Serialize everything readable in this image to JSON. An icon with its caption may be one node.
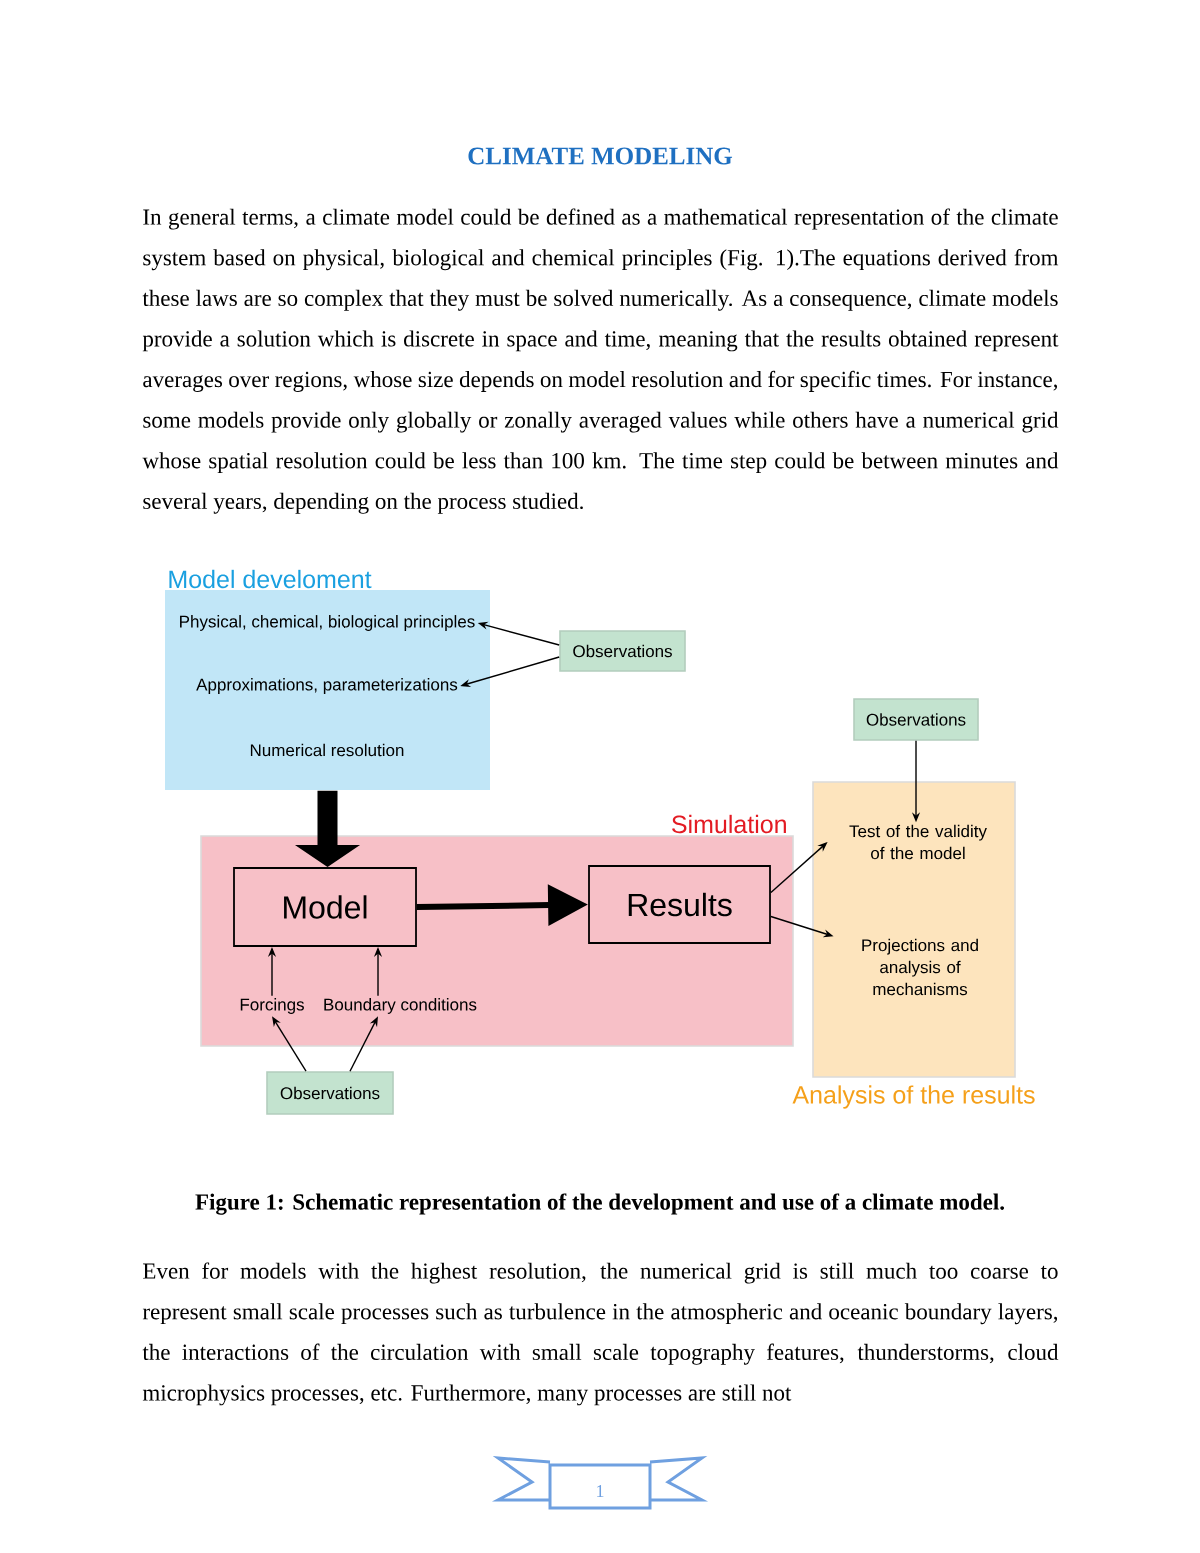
{
  "diagram": {
    "title": "CLIMATE MODELING",
    "caption": "Figure 1: Schematic representation of the development and use of a climate model.",
    "nodes": [
      {
        "text": [
          "Model develoment"
        ]
      },
      {
        "text": [
          "Physical, chemical, biological principles"
        ],
        "in": 0
      },
      {
        "text": [
          "Approximations, parameterizations"
        ],
        "in": 0
      },
      {
        "text": [
          "Numerical resolution"
        ],
        "in": 0
      },
      {
        "text": [
          "Observations"
        ]
      },
      {
        "text": [
          "Simulation"
        ]
      },
      {
        "text": [
          "Model"
        ],
        "in": 5
      },
      {
        "text": [
          "Results"
        ],
        "in": 5
      },
      {
        "text": [
          "Forcings"
        ],
        "in": 5
      },
      {
        "text": [
          "Boundary conditions"
        ],
        "in": 5
      },
      {
        "text": [
          "Observations"
        ]
      },
      {
        "text": [
          "Observations"
        ]
      },
      {
        "text": [
          "Analysis of the results"
        ]
      },
      {
        "text": [
          "Test of the validity of the model"
        ],
        "in": 12
      },
      {
        "text": [
          "Projections and analysis of mechanisms"
        ],
        "in": 12
      }
    ],
    "edges": [
      {
        "from": 4,
        "to": 1,
        "arrow": "to"
      },
      {
        "from": 4,
        "to": 2,
        "arrow": "to"
      },
      {
        "from": 0,
        "to": 6,
        "arrow": "to",
        "style": "thick"
      },
      {
        "from": 6,
        "to": 7,
        "arrow": "to",
        "style": "thick"
      },
      {
        "from": 8,
        "to": 6,
        "arrow": "to"
      },
      {
        "from": 9,
        "to": 6,
        "arrow": "to"
      },
      {
        "from": 10,
        "to": 8,
        "arrow": "to"
      },
      {
        "from": 10,
        "to": 9,
        "arrow": "to"
      },
      {
        "from": 11,
        "to": 13,
        "arrow": "to"
      },
      {
        "from": 7,
        "to": 13,
        "arrow": "to"
      },
      {
        "from": 7,
        "to": 14,
        "arrow": "to"
      }
    ],
    "labels": [
      "In general terms, a climate model could be defined as a mathematical representation of the climate system based on physical, biological and chemical principles (Fig. 1).The equations derived from these laws are so complex that they must be solved numerically. As a consequence, climate models provide a solution which is discrete in space and time, meaning that the results obtained represent averages over regions, whose size depends on model resolution and for specific times. For instance, some models provide only globally or zonally averaged values while others have a numerical grid whose spatial resolution could be less than 100 km. The time step could be between minutes and several years, depending on the process studied.",
      "Even for models with the highest resolution, the numerical grid is still much too coarse to represent small scale processes such as turbulence in the atmospheric and oceanic boundary layers, the interactions of the circulation with small scale topography features, thunderstorms, cloud microphysics processes, etc. Furthermore, many processes are still not",
      "1"
    ]
  }
}
